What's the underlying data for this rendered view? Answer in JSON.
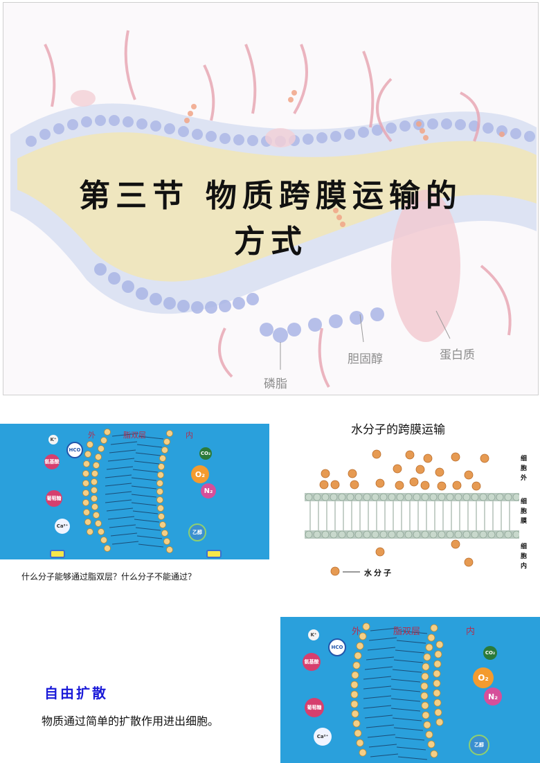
{
  "slide1": {
    "title_line1": "第三节 物质跨膜运输的",
    "title_line2": "方式",
    "label_cholesterol": "胆固醇",
    "label_protein": "蛋白质",
    "label_phospholipid": "磷脂"
  },
  "slide2": {
    "label_outside": "外",
    "label_bilayer": "脂双层",
    "label_inside": "内",
    "left_molecules": [
      "K⁺",
      "HCO",
      "氨基酸",
      "葡萄糖",
      "Ca²⁺"
    ],
    "right_molecules": [
      "O₂",
      "N₂",
      "CO₂",
      "乙醇"
    ],
    "question": "什么分子能够通过脂双层？什么分子不能通过？"
  },
  "slide3": {
    "title": "水分子的跨膜运输",
    "label_outside": "细胞外",
    "label_membrane": "细胞膜",
    "label_inside": "细胞内",
    "legend": "水分子"
  },
  "slide4": {
    "label_outside": "外",
    "label_bilayer": "脂双层",
    "label_inside": "内",
    "heading": "自由扩散",
    "text": "物质通过简单的扩散作用进出细胞。"
  }
}
